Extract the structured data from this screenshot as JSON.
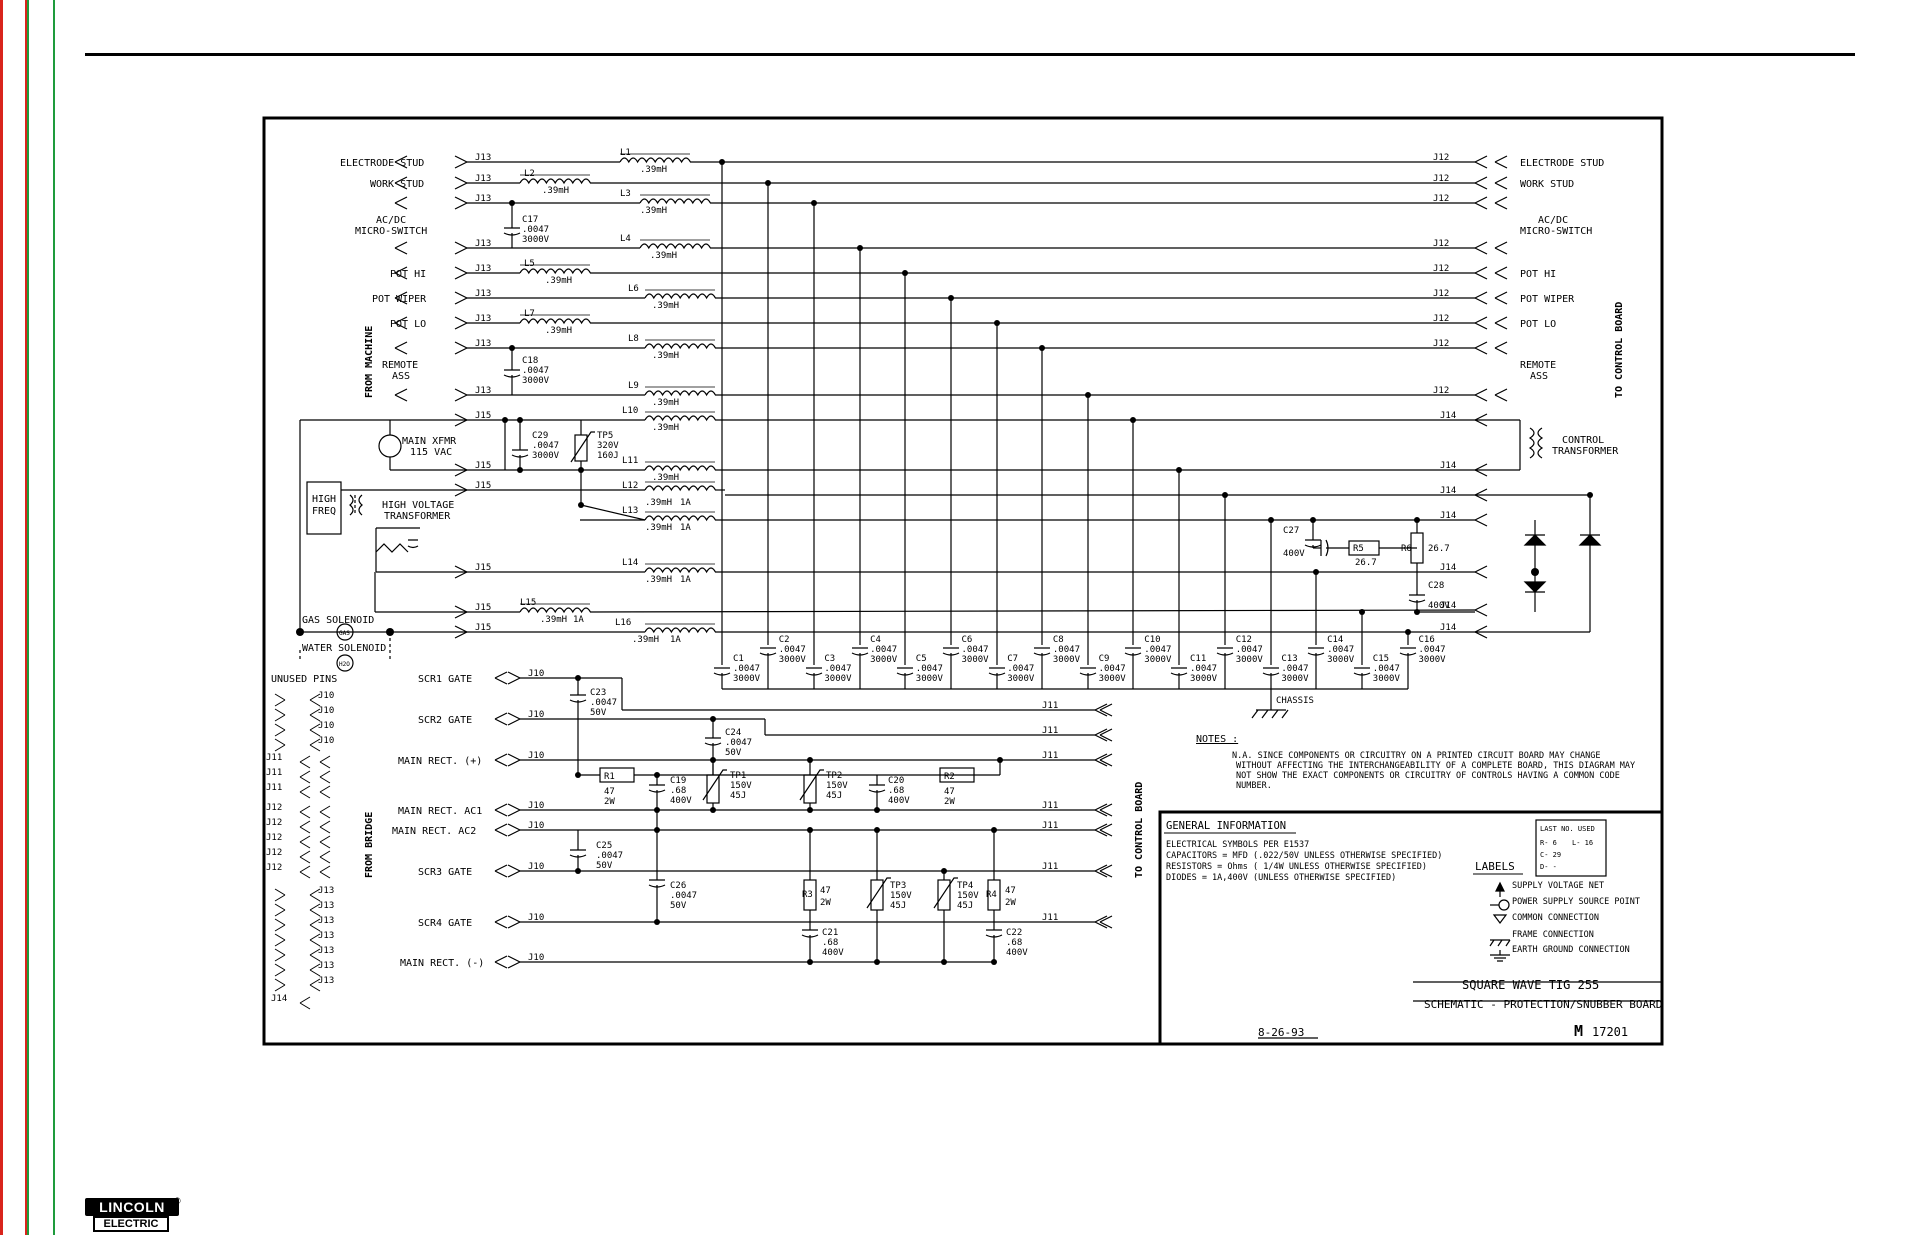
{
  "left_labels": {
    "electrode_stud": "ELECTRODE STUD",
    "work_stud": "WORK STUD",
    "acdc_1": "AC/DC",
    "acdc_2": "MICRO-SWITCH",
    "pot_hi": "POT HI",
    "pot_wiper": "POT WIPER",
    "pot_lo": "POT LO",
    "remote_1": "REMOTE",
    "remote_2": "ASS",
    "main_xfmr_1": "MAIN XFMR",
    "main_xfmr_2": "115 VAC",
    "high_freq_1": "HIGH",
    "high_freq_2": "FREQ",
    "hv_1": "HIGH VOLTAGE",
    "hv_2": "TRANSFORMER",
    "gas_solenoid": "GAS SOLENOID",
    "water_solenoid": "WATER SOLENOID",
    "gas_tag": "GAS",
    "h2o_tag": "H2O",
    "from_machine": "FROM MACHINE",
    "unused_pins": "UNUSED PINS",
    "from_bridge": "FROM BRIDGE"
  },
  "right_labels": {
    "electrode_stud": "ELECTRODE STUD",
    "work_stud": "WORK STUD",
    "acdc_1": "AC/DC",
    "acdc_2": "MICRO-SWITCH",
    "pot_hi": "POT HI",
    "pot_wiper": "POT WIPER",
    "pot_lo": "POT LO",
    "remote_1": "REMOTE",
    "remote_2": "ASS",
    "to_control_board": "TO CONTROL BOARD",
    "control_1": "CONTROL",
    "control_2": "TRANSFORMER"
  },
  "connectors": {
    "j13": "J13",
    "j12": "J12",
    "j15": "J15",
    "j14": "J14",
    "j10": "J10",
    "j11": "J11"
  },
  "inductors": {
    "l1": "L1",
    "l2": "L2",
    "l3": "L3",
    "l4": "L4",
    "l5": "L5",
    "l6": "L6",
    "l7": "L7",
    "l8": "L8",
    "l9": "L9",
    "l10": "L10",
    "l11": "L11",
    "l12": "L12",
    "l13": "L13",
    "l14": "L14",
    "l15": "L15",
    "l16": "L16",
    "value": ".39mH",
    "amp": "1A"
  },
  "upper_parts": {
    "c17": "C17",
    "c18": "C18",
    "c29": "C29",
    "cap_val": ".0047",
    "cap_volt": "3000V",
    "tp5": "TP5",
    "tp5_v": "320V",
    "tp5_j": "160J",
    "c27": "C27",
    "c27_v": "400V",
    "r5": "R5",
    "r5_v": "26.7",
    "r6": "R6",
    "r6_v": "26.7",
    "c28": "C28",
    "c28_v": "400V",
    "chassis": "CHASSIS",
    "bank": [
      "C1",
      "C2",
      "C3",
      "C4",
      "C5",
      "C6",
      "C7",
      "C8",
      "C9",
      "C10",
      "C11",
      "C12",
      "C13",
      "C14",
      "C15",
      "C16"
    ]
  },
  "lower_labels": {
    "scr1": "SCR1 GATE",
    "scr2": "SCR2 GATE",
    "main_pos": "MAIN RECT. (+)",
    "ac1": "MAIN RECT. AC1",
    "ac2": "MAIN RECT. AC2",
    "scr3": "SCR3 GATE",
    "scr4": "SCR4 GATE",
    "main_neg": "MAIN RECT. (-)",
    "to_control_board": "TO CONTROL BOARD"
  },
  "lower_parts": {
    "c23": "C23",
    "c24": "C24",
    "c25": "C25",
    "c26": "C26",
    "small_val": ".0047",
    "small_volt": "50V",
    "r1": "R1",
    "r2": "R2",
    "r3": "R3",
    "r4": "R4",
    "r_val": "47",
    "r_watt": "2W",
    "c19": "C19",
    "c20": "C20",
    "c21": "C21",
    "c22": "C22",
    "big_val": ".68",
    "big_volt": "400V",
    "tp1": "TP1",
    "tp2": "TP2",
    "tp3": "TP3",
    "tp4": "TP4",
    "tp_v": "150V",
    "tp_j": "45J"
  },
  "notes": {
    "title": "NOTES :",
    "line1": "N.A. SINCE COMPONENTS OR CIRCUITRY ON A PRINTED CIRCUIT BOARD MAY CHANGE",
    "line2": "WITHOUT AFFECTING THE INTERCHANGEABILITY OF A COMPLETE BOARD, THIS DIAGRAM MAY",
    "line3": "NOT SHOW THE EXACT COMPONENTS OR CIRCUITRY OF CONTROLS HAVING A COMMON CODE",
    "line4": "NUMBER."
  },
  "general_info": {
    "title": "GENERAL INFORMATION",
    "symbols": "ELECTRICAL SYMBOLS PER E1537",
    "caps": "CAPACITORS =   MFD (.022/50V   UNLESS OTHERWISE SPECIFIED)",
    "res": "RESISTORS = Ohms (   1/4W UNLESS OTHERWISE SPECIFIED)",
    "diodes": "DIODES =  1A,400V    (UNLESS OTHERWISE SPECIFIED)"
  },
  "last_no": {
    "title": "LAST NO. USED",
    "r": "R- 6",
    "l": "L- 16",
    "c": "C- 29",
    "d": "D- -"
  },
  "labels_legend": {
    "title": "LABELS",
    "supply": "SUPPLY VOLTAGE NET",
    "power": "POWER SUPPLY SOURCE POINT",
    "common": "COMMON CONNECTION",
    "frame": "FRAME CONNECTION",
    "earth": "EARTH GROUND CONNECTION"
  },
  "title_block": {
    "product": "SQUARE WAVE TIG 255",
    "title": "SCHEMATIC - PROTECTION/SNUBBER BOARD",
    "date": "8-26-93",
    "drawing_prefix": "M",
    "drawing_no": "17201"
  },
  "logo": {
    "top": "LINCOLN",
    "bottom": "ELECTRIC",
    "reg": "®"
  }
}
